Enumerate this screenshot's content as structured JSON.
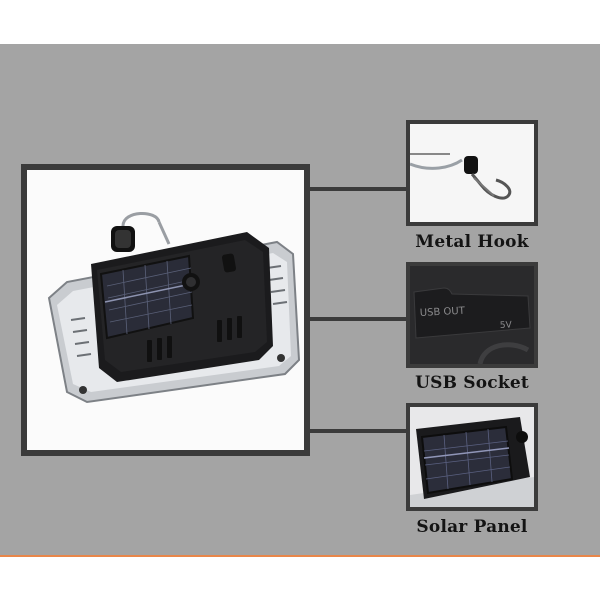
{
  "callouts": [
    {
      "label": "Metal Hook"
    },
    {
      "label": "USB Socket"
    },
    {
      "label": "Solar Panel"
    }
  ],
  "socket_text": {
    "usb_out": "USB OUT",
    "voltage": "5V"
  },
  "colors": {
    "background_band": "#a4a4a4",
    "frame": "#3b3b3b",
    "accent_line": "#e8864a",
    "caption_text": "#141414"
  }
}
